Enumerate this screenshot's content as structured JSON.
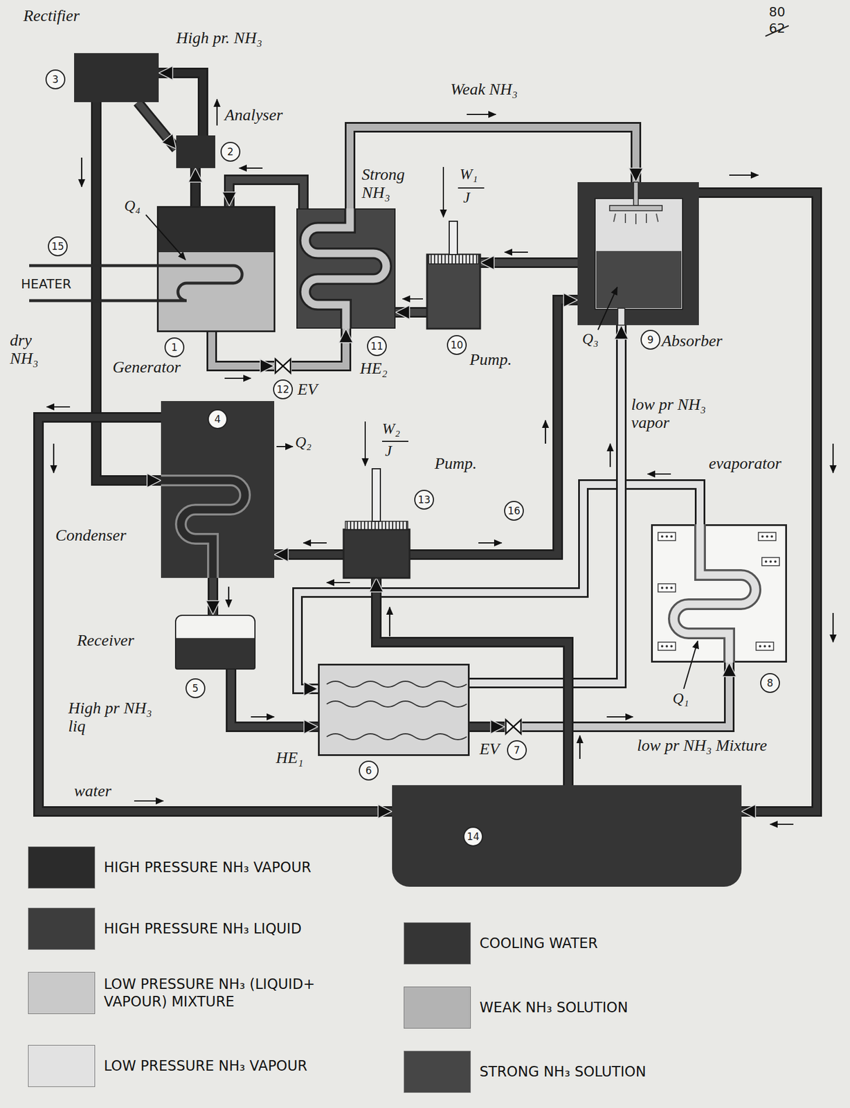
{
  "diagram": {
    "nodes": [
      {
        "text": [
          "Rectifier",
          "3"
        ]
      },
      {
        "text": [
          "Analyser",
          "2"
        ]
      },
      {
        "text": [
          "Q₄",
          "1",
          "Generator"
        ]
      },
      {
        "text": [
          "Strong NH₃",
          "11",
          "HE₂"
        ]
      },
      {
        "text": [
          "W₁",
          "J",
          "10",
          "Pump."
        ]
      },
      {
        "text": [
          "Q₃",
          "9",
          "Absorber"
        ]
      },
      {
        "text": [
          "12",
          "EV"
        ]
      },
      {
        "text": [
          "4",
          "Q₂",
          "Condenser"
        ]
      },
      {
        "text": [
          "W₂",
          "J",
          "13",
          "Pump."
        ]
      },
      {
        "text": [
          "Receiver",
          "5"
        ]
      },
      {
        "text": [
          "HE₁",
          "6"
        ]
      },
      {
        "text": [
          "EV",
          "7"
        ]
      },
      {
        "text": [
          "evaporator",
          "Q₁",
          "8"
        ]
      },
      {
        "text": [
          "14"
        ]
      }
    ],
    "edges": [
      {
        "from": 2,
        "to": 1,
        "arrow": "to"
      },
      {
        "from": 1,
        "to": 0,
        "arrow": "to",
        "label": "High pr. NH₃"
      },
      {
        "from": 0,
        "to": 1,
        "arrow": "to"
      },
      {
        "from": 0,
        "to": 7,
        "arrow": "to",
        "label": "dry NH₃"
      },
      {
        "from": 7,
        "to": 9,
        "arrow": "to"
      },
      {
        "from": 9,
        "to": 10,
        "arrow": "to",
        "label": "High pr NH₃ liq"
      },
      {
        "from": 10,
        "to": 11,
        "arrow": "to"
      },
      {
        "from": 11,
        "to": 12,
        "arrow": "to",
        "label": "low pr NH₃ Mixture"
      },
      {
        "from": 12,
        "to": 10,
        "arrow": "to"
      },
      {
        "from": 10,
        "to": 5,
        "arrow": "to",
        "label": "low pr NH₃ vapor"
      },
      {
        "from": 5,
        "to": 4,
        "arrow": "to"
      },
      {
        "from": 4,
        "to": 3,
        "arrow": "to"
      },
      {
        "from": 3,
        "to": 2,
        "arrow": "to"
      },
      {
        "from": 2,
        "to": 6,
        "arrow": "to"
      },
      {
        "from": 6,
        "to": 3,
        "arrow": "to"
      },
      {
        "from": 3,
        "to": 5,
        "arrow": "to",
        "label": "Weak NH₃"
      },
      {
        "from": 13,
        "to": 8,
        "arrow": "to"
      },
      {
        "from": 8,
        "to": 7,
        "arrow": "to"
      },
      {
        "from": 7,
        "to": 13,
        "arrow": "to",
        "label": "water"
      },
      {
        "from": 8,
        "to": 5,
        "arrow": "to"
      },
      {
        "from": 5,
        "to": 13,
        "arrow": "to"
      }
    ],
    "labels": [
      "80",
      "62",
      "15",
      "HEATER",
      "16"
    ],
    "legend": [
      {
        "text": "HIGH PRESSURE NH₃ VAPOUR",
        "color": "#2b2b2b"
      },
      {
        "text": "HIGH PRESSURE NH₃ LIQUID",
        "color": "#3d3d3d"
      },
      {
        "text": "LOW PRESSURE NH₃ (LIQUID+ VAPOUR) MIXTURE",
        "color": "#c9c9c9"
      },
      {
        "text": "LOW PRESSURE NH₃ VAPOUR",
        "color": "#e2e2e2"
      },
      {
        "text": "COOLING WATER",
        "color": "#353535"
      },
      {
        "text": "WEAK NH₃ SOLUTION",
        "color": "#b3b3b3"
      },
      {
        "text": "STRONG NH₃ SOLUTION",
        "color": "#464646"
      }
    ]
  }
}
